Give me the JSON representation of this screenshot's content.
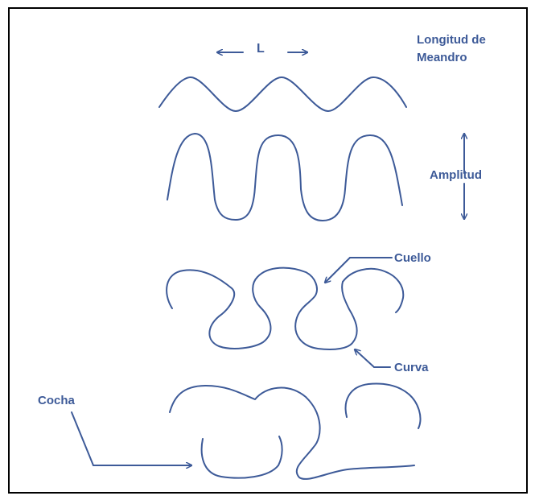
{
  "labels": {
    "wavelength_symbol": "L",
    "meander_length_line1": "Longitud de",
    "meander_length_line2": "Meandro",
    "amplitude": "Amplitud",
    "neck": "Cuello",
    "bend": "Curva",
    "oxbow": "Cocha"
  },
  "colors": {
    "line": "#3d5a98",
    "frame": "#000000",
    "background": "#ffffff"
  }
}
